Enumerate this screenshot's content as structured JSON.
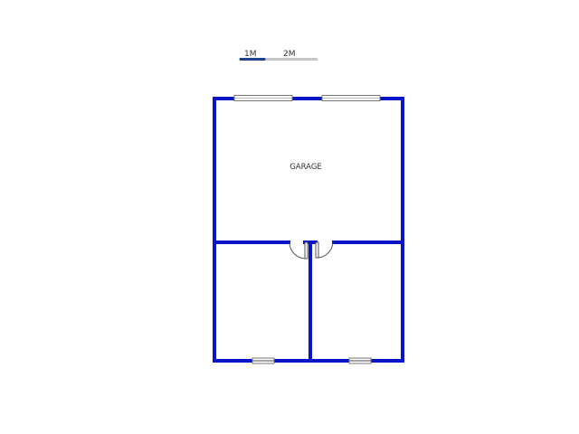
{
  "scale_bar": {
    "labels": [
      "1M",
      "2M"
    ],
    "filled_color": "#1f3f8f",
    "empty_color": "#c6c6c6"
  },
  "floor_plan": {
    "wall_color": "#0a14c8",
    "rooms": [
      {
        "id": "garage",
        "label": "GARAGE"
      },
      {
        "id": "room-left",
        "label": ""
      },
      {
        "id": "room-right",
        "label": ""
      }
    ],
    "windows": [
      "top-left",
      "top-right",
      "bottom-left",
      "bottom-right"
    ],
    "doors": [
      "left-door",
      "right-door"
    ]
  }
}
